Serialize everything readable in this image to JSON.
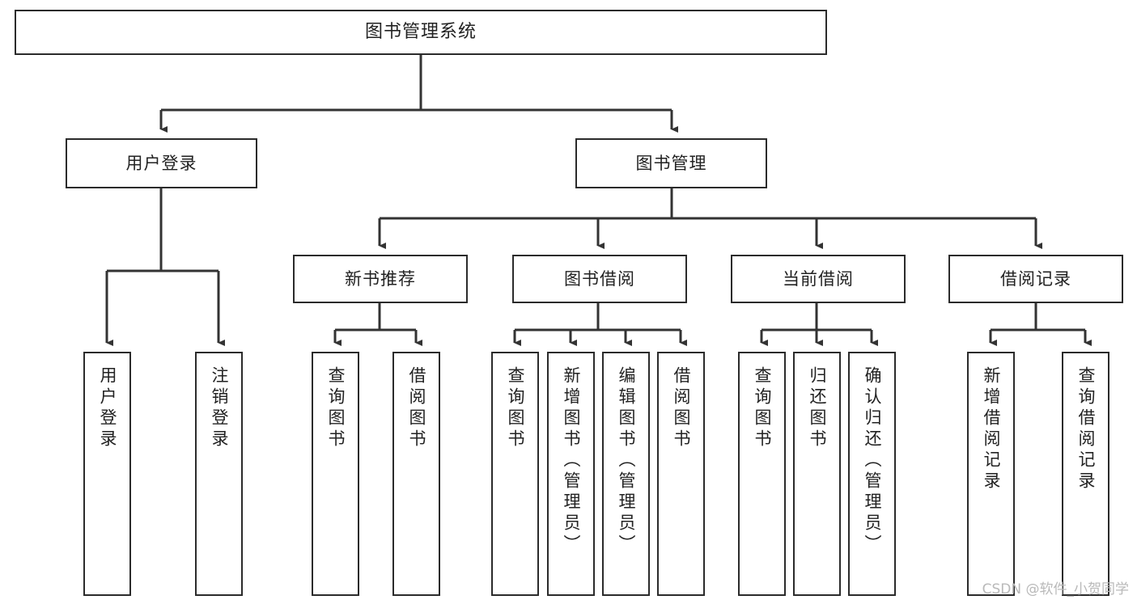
{
  "diagram": {
    "title": "图书管理系统",
    "type": "tree-hierarchy-diagram",
    "colors": {
      "box_border": "#2b2b2b",
      "box_fill": "#ffffff",
      "connector": "#333333",
      "text": "#222222",
      "watermark": "#b9b9b9"
    },
    "root": {
      "label": "图书管理系统"
    },
    "level1": [
      {
        "label": "用户登录"
      },
      {
        "label": "图书管理"
      }
    ],
    "level2": [
      {
        "label": "新书推荐"
      },
      {
        "label": "图书借阅"
      },
      {
        "label": "当前借阅"
      },
      {
        "label": "借阅记录"
      }
    ],
    "leaves": {
      "user_login": [
        {
          "label": "用户登录"
        },
        {
          "label": "注销登录"
        }
      ],
      "new_book_recommend": [
        {
          "label": "查询图书"
        },
        {
          "label": "借阅图书"
        }
      ],
      "book_borrow": [
        {
          "label": "查询图书"
        },
        {
          "label": "新增图书（管理员）"
        },
        {
          "label": "编辑图书（管理员）"
        },
        {
          "label": "借阅图书"
        }
      ],
      "current_borrow": [
        {
          "label": "查询图书"
        },
        {
          "label": "归还图书"
        },
        {
          "label": "确认归还（管理员）"
        }
      ],
      "borrow_record": [
        {
          "label": "新增借阅记录"
        },
        {
          "label": "查询借阅记录"
        }
      ]
    }
  },
  "watermark": {
    "text": "CSDN @软件_小贺同学"
  }
}
